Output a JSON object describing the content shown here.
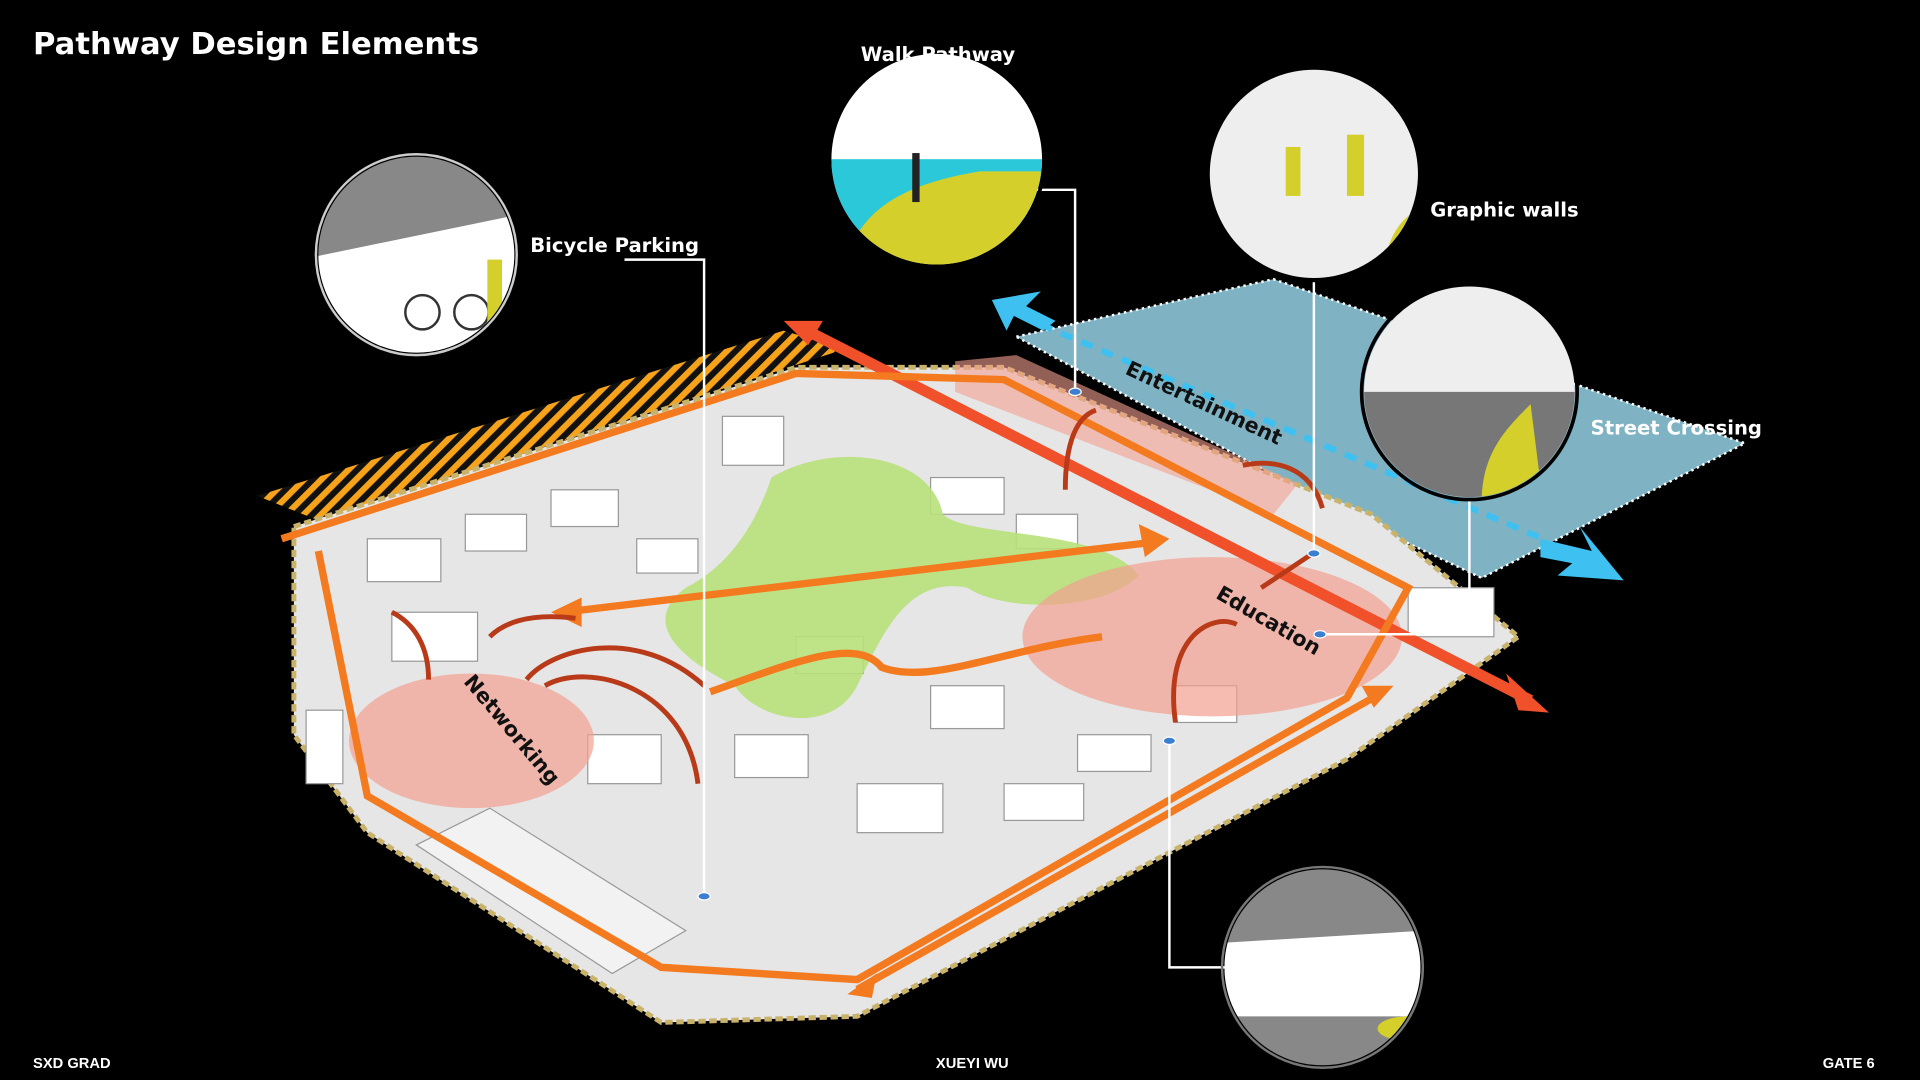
{
  "title": "Pathway Design Elements",
  "callouts": {
    "walk_pathway": "Walk Pathway",
    "bicycle_parking": "Bicycle Parking",
    "graphic_walls": "Graphic walls",
    "street_crossing": "Street Crossing"
  },
  "zones": {
    "entertainment": "Entertainment",
    "education": "Education",
    "networking": "Networking"
  },
  "footer": {
    "left": "SXD GRAD",
    "center": "XUEYI WU",
    "right": "GATE 6"
  },
  "colors": {
    "route_red": "#f0502a",
    "route_orange": "#f47a20",
    "water": "#7fb3c4",
    "park": "#b8e07a",
    "zone_pink": "#f4a090",
    "crossing_blue": "#3ec0f0"
  }
}
